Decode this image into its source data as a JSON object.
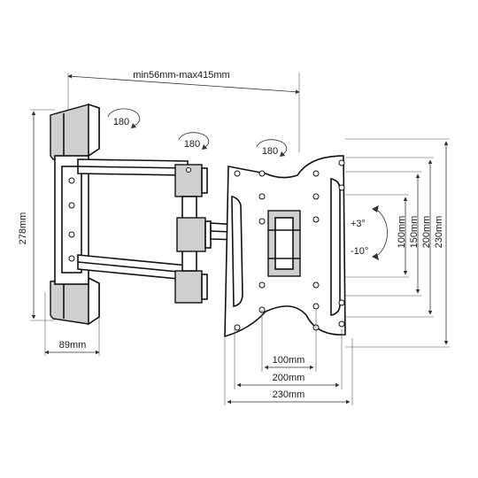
{
  "dimensions": {
    "reach": "min56mm-max415mm",
    "height": "278mm",
    "base_depth": "89mm",
    "horizontal": [
      "100mm",
      "200mm",
      "230mm"
    ],
    "vertical": [
      "100mm",
      "150mm",
      "200mm",
      "230mm"
    ]
  },
  "rotation": [
    "180",
    "180",
    "180"
  ],
  "tilt": {
    "up": "+3°",
    "down": "-10°"
  }
}
